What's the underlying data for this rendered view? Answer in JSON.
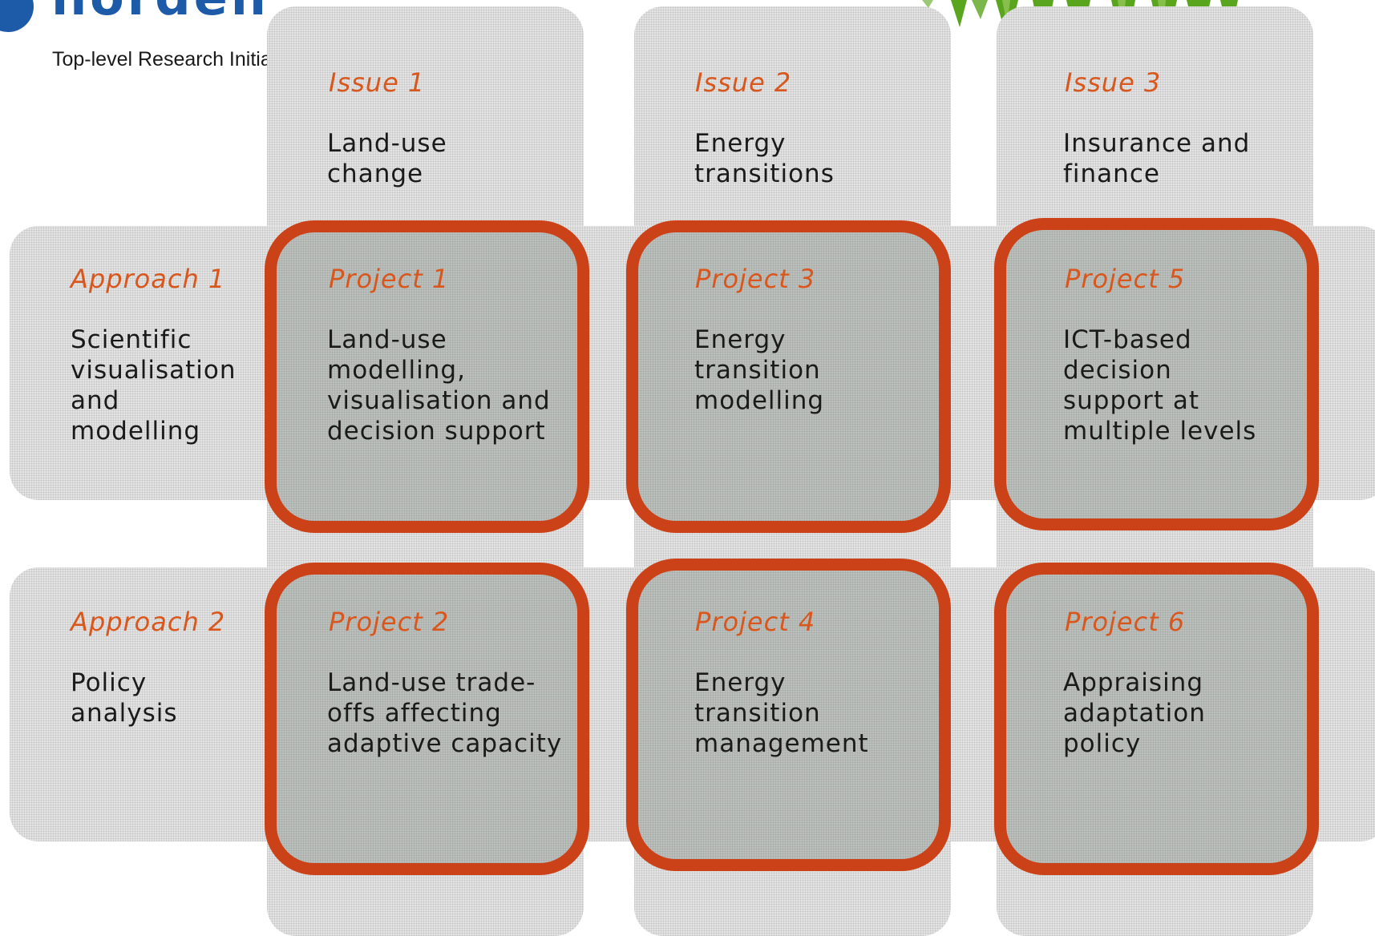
{
  "logo": {
    "wordmark": "norden",
    "tagline": "Top-level Research Initiative"
  },
  "colors": {
    "accent_orange": "#cc4218",
    "heading_orange": "#d9561c",
    "band_grey": "#e4e4e4",
    "cell_grey": "#bcc0bc",
    "logo_blue": "#1d5aa8",
    "leaf_green": "#5aa51e"
  },
  "issues": [
    {
      "heading": "Issue 1",
      "text": "Land-use\nchange"
    },
    {
      "heading": "Issue 2",
      "text": "Energy\ntransitions"
    },
    {
      "heading": "Issue 3",
      "text": "Insurance and\nfinance"
    }
  ],
  "approaches": [
    {
      "heading": "Approach 1",
      "text": "Scientific\nvisualisation\nand\nmodelling"
    },
    {
      "heading": "Approach 2",
      "text": "Policy\nanalysis"
    }
  ],
  "projects": [
    {
      "heading": "Project 1",
      "text": "Land-use\nmodelling,\nvisualisation and\ndecision support"
    },
    {
      "heading": "Project 2",
      "text": "Land-use trade-\noffs affecting\nadaptive capacity"
    },
    {
      "heading": "Project 3",
      "text": "Energy\ntransition\nmodelling"
    },
    {
      "heading": "Project 4",
      "text": "Energy\ntransition\nmanagement"
    },
    {
      "heading": "Project 5",
      "text": "ICT-based\ndecision\nsupport at\nmultiple levels"
    },
    {
      "heading": "Project 6",
      "text": "Appraising\nadaptation\npolicy"
    }
  ]
}
